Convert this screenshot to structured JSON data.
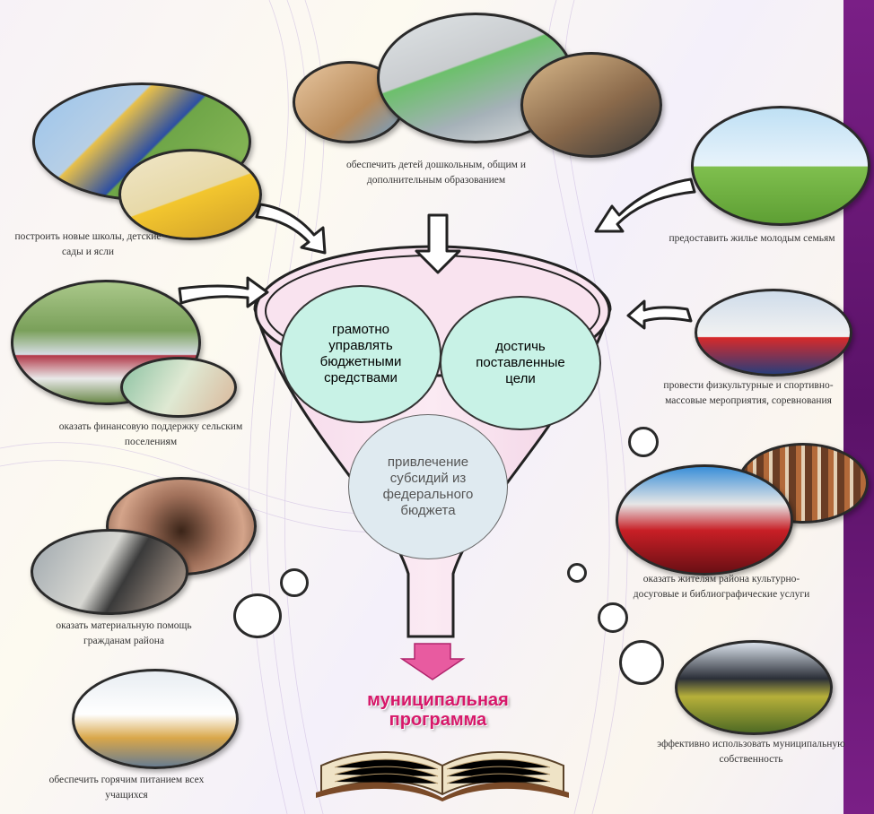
{
  "goals": {
    "manage_budget": "грамотно управлять бюджетными средствами",
    "achieve_goals": "достичь поставленные цели",
    "subsidies": "привлечение субсидий из федерального бюджета"
  },
  "result": "муниципальная программа",
  "tasks": [
    {
      "id": "schools",
      "caption": "построить новые школы, детские сады и ясли"
    },
    {
      "id": "education",
      "caption": "обеспечить детей дошкольным, общим и дополнительным образованием"
    },
    {
      "id": "housing",
      "caption": "предоставить жилье молодым семьям"
    },
    {
      "id": "rural",
      "caption": "оказать финансовую поддержку сельским поселениям"
    },
    {
      "id": "sport",
      "caption": "провести физкультурные и спортивно-массовые мероприятия, соревнования"
    },
    {
      "id": "material",
      "caption": "оказать материальную помощь гражданам района"
    },
    {
      "id": "culture",
      "caption": "оказать жителям района культурно-досуговые и библиографические услуги"
    },
    {
      "id": "meals",
      "caption": "обеспечить горячим питанием всех учащихся"
    },
    {
      "id": "property",
      "caption": "эффективно использовать муниципальную собственность"
    }
  ],
  "colors": {
    "funnel_fill": "#f5d9ea",
    "circle_fill": "#c7f2e6",
    "subsidy_fill": "#dde9ef",
    "program_text": "#d7186a",
    "side_stripe": "#6b1778"
  },
  "icons": [
    "arrow-icon",
    "book-icon",
    "photo-collage"
  ]
}
